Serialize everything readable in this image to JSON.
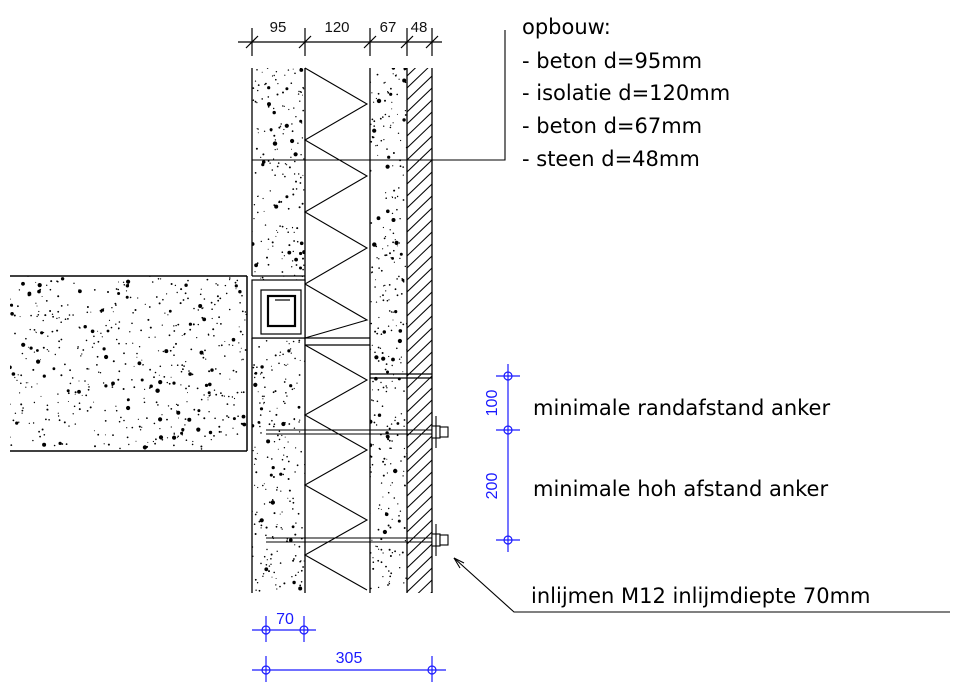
{
  "top_dimensions": [
    "95",
    "120",
    "67",
    "48"
  ],
  "buildup": {
    "title": "opbouw:",
    "layers": [
      "- beton d=95mm",
      "- isolatie d=120mm",
      "- beton d=67mm",
      "- steen d=48mm"
    ]
  },
  "vertical_dimensions": {
    "edge_distance": "100",
    "spacing": "200"
  },
  "annotations": {
    "edge_distance_label": "minimale randafstand anker",
    "spacing_label": "minimale hoh afstand anker",
    "anchor_label": "inlijmen M12 inlijmdiepte 70mm"
  },
  "bottom_dimensions": {
    "depth": "70",
    "total": "305"
  },
  "colors": {
    "line": "#000000",
    "dimension_blue": "#1a1aff",
    "background": "#ffffff"
  }
}
